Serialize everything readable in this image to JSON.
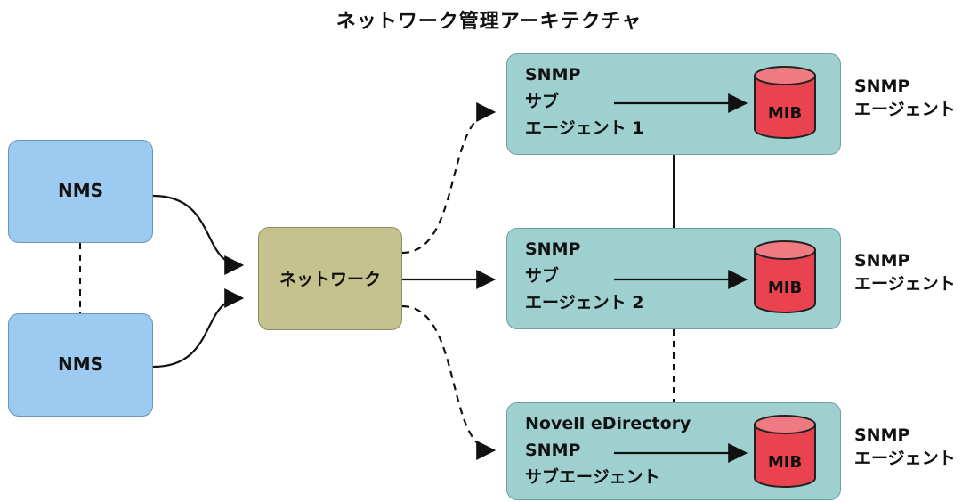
{
  "title": "ネットワーク管理アーキテクチャ",
  "nms": [
    "NMS",
    "NMS"
  ],
  "network": "ネットワーク",
  "agents": [
    {
      "lines": [
        "SNMP",
        "サブ",
        "エージェント 1"
      ],
      "db": "MIB"
    },
    {
      "lines": [
        "SNMP",
        "サブ",
        "エージェント 2"
      ],
      "db": "MIB"
    },
    {
      "lines": [
        "Novell eDirectory",
        "SNMP",
        "サブエージェント"
      ],
      "db": "MIB"
    }
  ],
  "side_labels": [
    {
      "line1": "SNMP",
      "line2": "エージェント"
    },
    {
      "line1": "SNMP",
      "line2": "エージェント"
    },
    {
      "line1": "SNMP",
      "line2": "エージェント"
    }
  ],
  "colors": {
    "nms": "#9ccaf0",
    "network": "#c6c28e",
    "agent": "#9fd0d0",
    "mib": "#e8434f"
  }
}
